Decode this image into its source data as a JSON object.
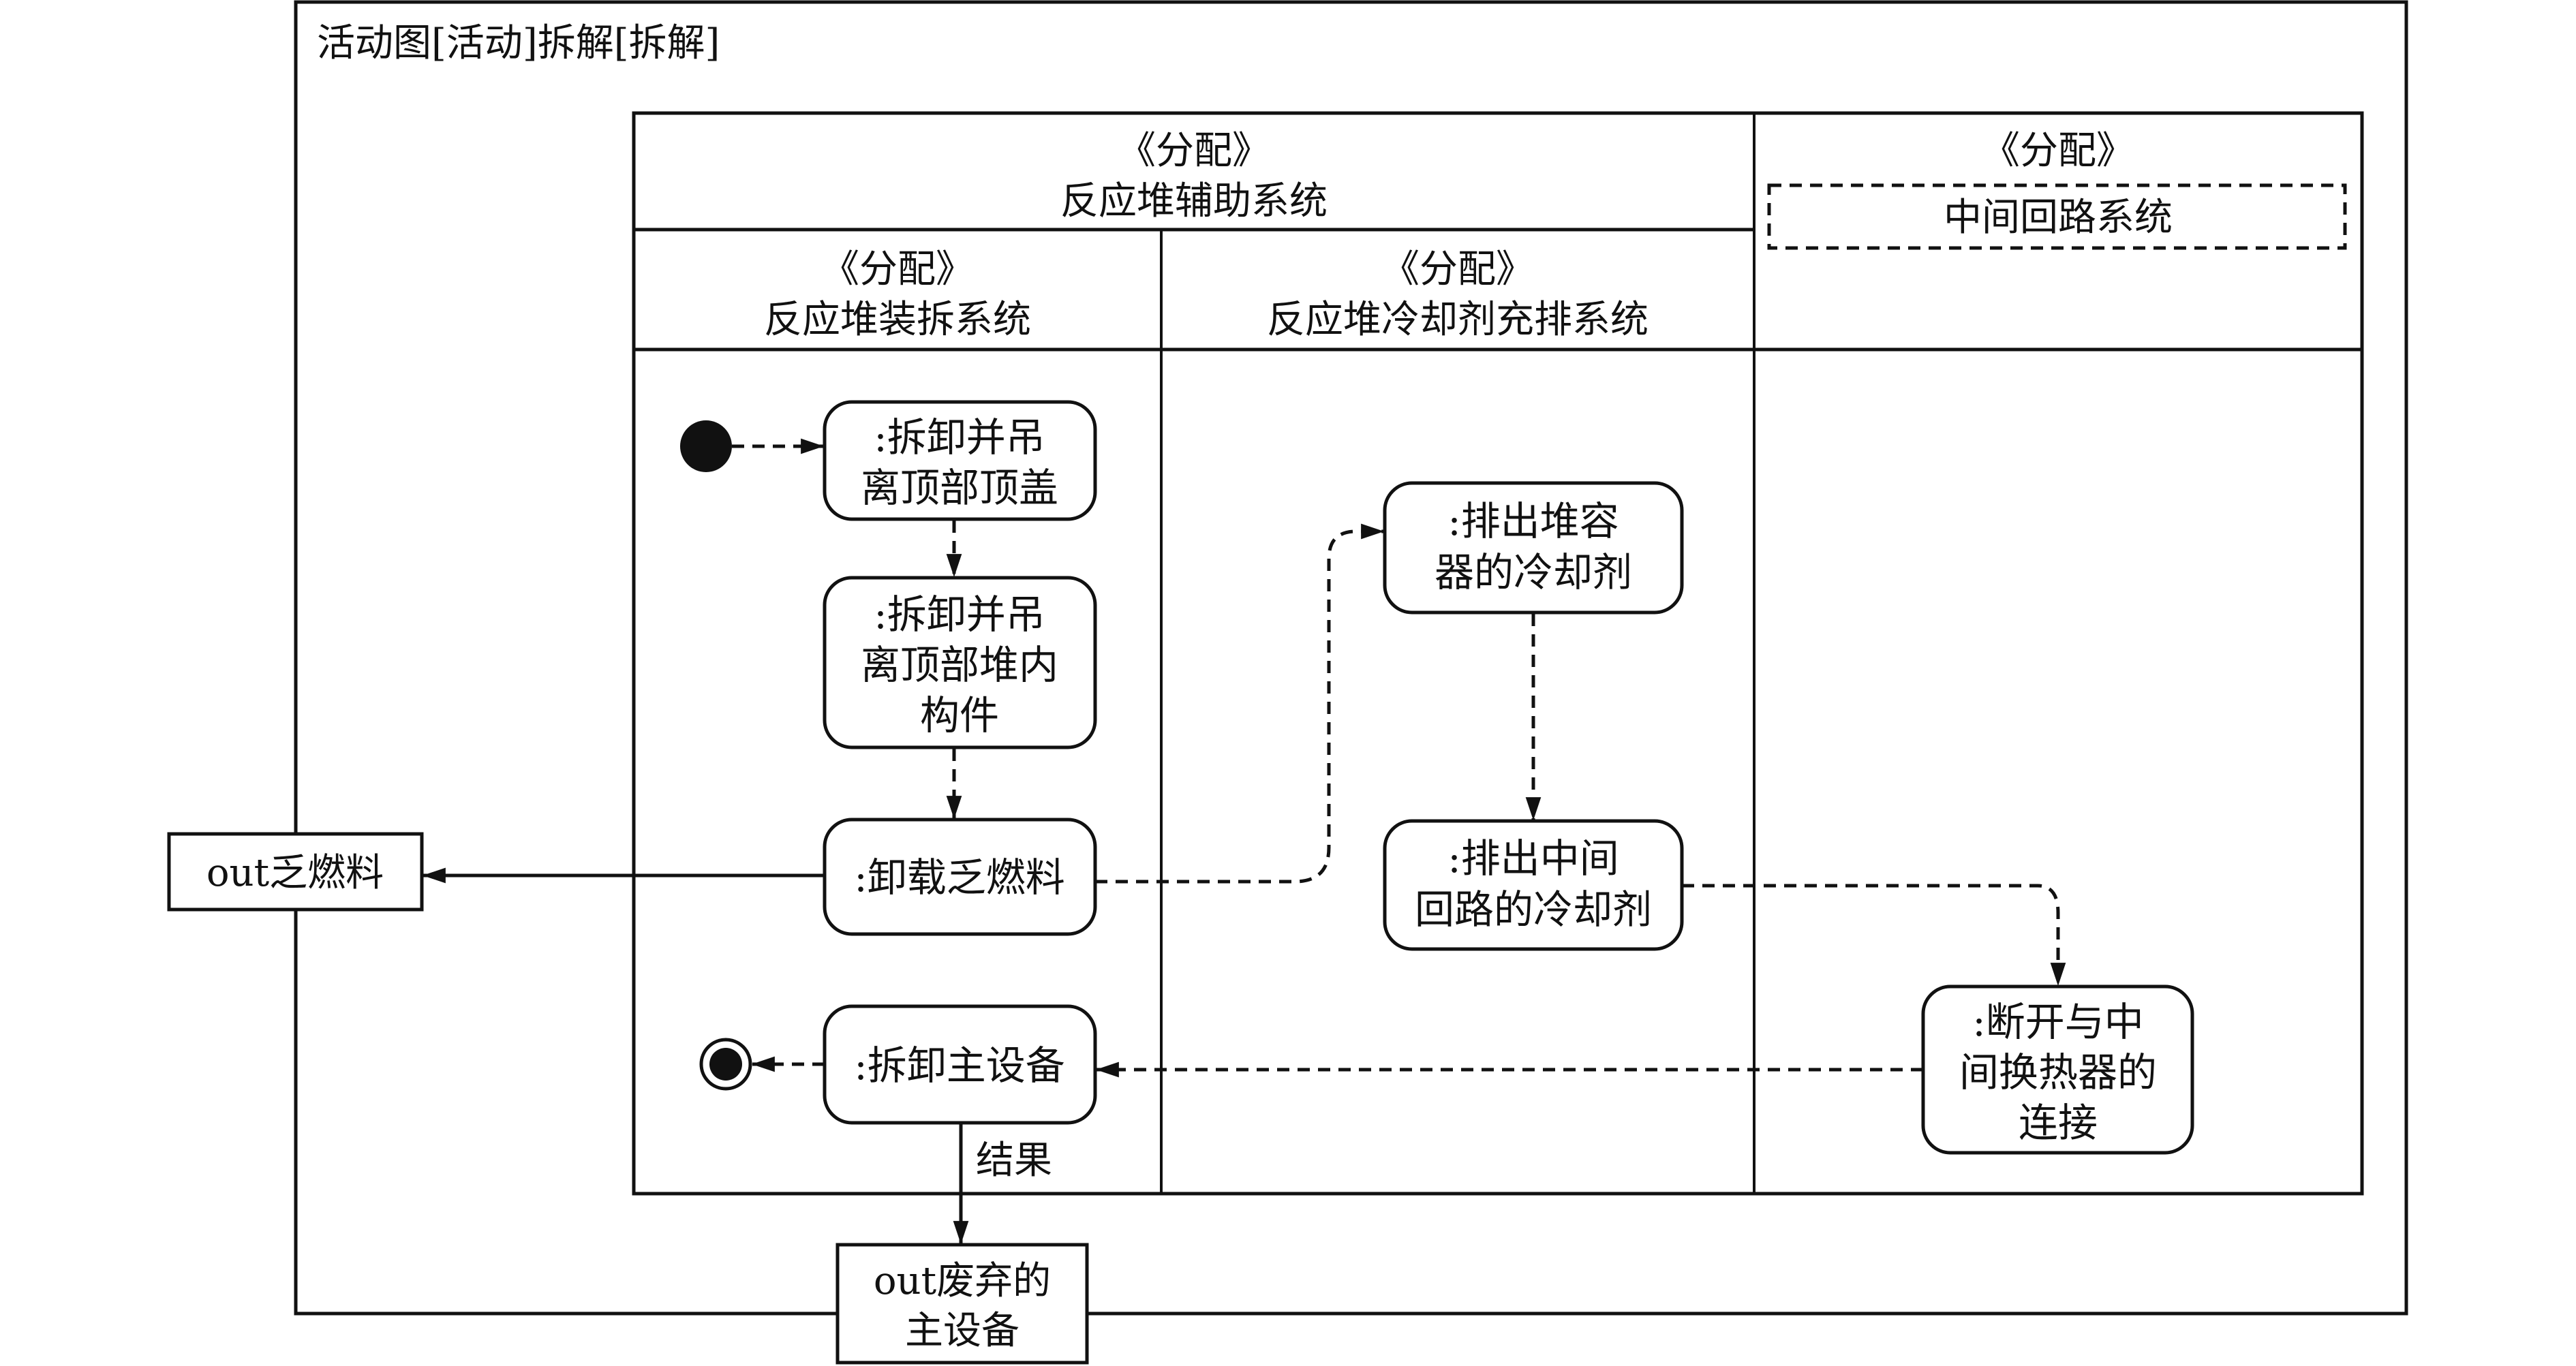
{
  "diagram": {
    "frame_title": "活动图[活动]拆解[拆解]",
    "colors": {
      "line": "#111111",
      "background": "#ffffff"
    },
    "partitions": {
      "top_left": {
        "stereotype": "《分配》",
        "name": "反应堆辅助系统"
      },
      "top_right": {
        "stereotype": "《分配》",
        "name": "中间回路系统"
      },
      "lane1": {
        "stereotype": "《分配》",
        "name": "反应堆装拆系统"
      },
      "lane2": {
        "stereotype": "《分配》",
        "name": "反应堆冷却剂充排系统"
      }
    },
    "actions": [
      {
        "id": "a1",
        "lines": [
          ":拆卸并吊",
          "离顶部顶盖"
        ]
      },
      {
        "id": "a2",
        "lines": [
          ":拆卸并吊",
          "离顶部堆内",
          "构件"
        ]
      },
      {
        "id": "a3",
        "lines": [
          ":卸载乏燃料"
        ]
      },
      {
        "id": "a4",
        "lines": [
          ":拆卸主设备"
        ]
      },
      {
        "id": "a5",
        "lines": [
          ":排出堆容",
          "器的冷却剂"
        ]
      },
      {
        "id": "a6",
        "lines": [
          ":排出中间",
          "回路的冷却剂"
        ]
      },
      {
        "id": "a7",
        "lines": [
          ":断开与中",
          "间换热器的",
          "连接"
        ]
      }
    ],
    "pins": [
      {
        "id": "p1",
        "lines": [
          "out乏燃料"
        ]
      },
      {
        "id": "p2",
        "lines": [
          "out废弃的",
          "主设备"
        ]
      }
    ],
    "edge_labels": {
      "result": "结果"
    },
    "edges": [
      {
        "from": "initial",
        "to": "a1",
        "style": "dashed"
      },
      {
        "from": "a1",
        "to": "a2",
        "style": "dashed"
      },
      {
        "from": "a2",
        "to": "a3",
        "style": "dashed"
      },
      {
        "from": "a3",
        "to": "p1",
        "style": "solid"
      },
      {
        "from": "a3",
        "to": "a5",
        "style": "dashed"
      },
      {
        "from": "a5",
        "to": "a6",
        "style": "dashed"
      },
      {
        "from": "a6",
        "to": "a7",
        "style": "dashed"
      },
      {
        "from": "a7",
        "to": "a4",
        "style": "dashed"
      },
      {
        "from": "a4",
        "to": "final",
        "style": "dashed"
      },
      {
        "from": "a4",
        "to": "p2",
        "style": "solid",
        "label": "结果"
      }
    ]
  }
}
